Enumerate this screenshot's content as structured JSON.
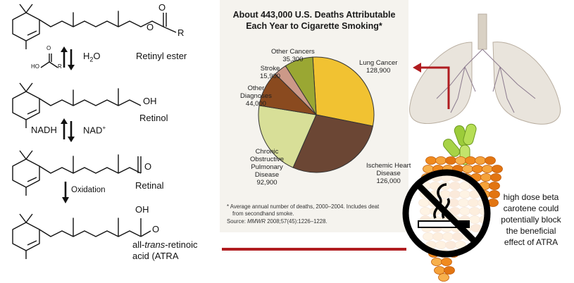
{
  "chemistry": {
    "retinyl_ester": "Retinyl ester",
    "water": "H",
    "water_sub": "2",
    "water_o": "O",
    "acid_o1": "O",
    "acid_ho": "HO",
    "acid_r": "R",
    "ester_o": "O",
    "ester_r": "R",
    "ester_o2": "O",
    "retinol": "Retinol",
    "retinol_oh": "OH",
    "nadh": "NADH",
    "nad": "NAD",
    "nad_sup": "+",
    "retinal": "Retinal",
    "retinal_o": "O",
    "oxidation": "Oxidation",
    "atra_oh": "OH",
    "atra_o": "O",
    "atra_line1_pre": "all-",
    "atra_line1_italic": "trans",
    "atra_line1_post": "-retinoic",
    "atra_line2": "acid (ATRA"
  },
  "chart_data": {
    "type": "pie",
    "title_line1": "About 443,000 U.S. Deaths Attributable",
    "title_line2": "Each Year to Cigarette Smoking*",
    "slices": [
      {
        "name": "Lung Cancer",
        "label": "Lung Cancer",
        "value_text": "128,900",
        "value": 128900,
        "color": "#f1c232"
      },
      {
        "name": "Ischemic Heart Disease",
        "label": "Ischemic Heart\nDisease",
        "value_text": "126,000",
        "value": 126000,
        "color": "#6b4634"
      },
      {
        "name": "Chronic Obstructive Pulmonary Disease",
        "label": "Chronic\nObstructive\nPulmonary\nDisease",
        "value_text": "92,900",
        "value": 92900,
        "color": "#d8df98"
      },
      {
        "name": "Other Diagnoses",
        "label": "Other\nDiagnoses",
        "value_text": "44,000",
        "value": 44000,
        "color": "#8a4a1f"
      },
      {
        "name": "Stroke",
        "label": "Stroke",
        "value_text": "15,900",
        "value": 15900,
        "color": "#cc9988"
      },
      {
        "name": "Other Cancers",
        "label": "Other Cancers",
        "value_text": "35,300",
        "value": 35300,
        "color": "#9aa733"
      }
    ],
    "footnote_line1": "* Average annual number of deaths, 2000–2004. Includes deat",
    "footnote_line2": "from secondhand smoke.",
    "footnote_line3_pre": "Source: ",
    "footnote_line3_italic": "MMWR",
    "footnote_line3_post": " 2008;57(45):1226–1228."
  },
  "side_text": {
    "line1": "high dose beta",
    "line2": "carotene could",
    "line3": "potentially block",
    "line4": "the beneficial",
    "line5": "effect of ATRA"
  },
  "colors": {
    "arrow_red": "#b01c20",
    "pill_orange": "#f08a1e",
    "capsule_green": "#9ccc3a",
    "prohibition": "#000000"
  }
}
